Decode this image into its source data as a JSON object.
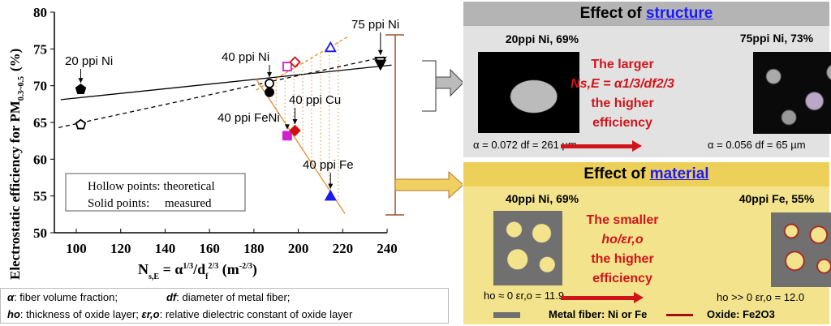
{
  "chart_data": {
    "type": "scatter",
    "ylabel": "Electrostatic efficiency for PM0.3~0.5 (%)",
    "xlabel": "Ns,E = α1/3/df2/3 (m-2/3)",
    "xlim": [
      90,
      240
    ],
    "ylim": [
      50,
      80
    ],
    "xticks": [
      "100",
      "120",
      "140",
      "160",
      "180",
      "200",
      "220",
      "240"
    ],
    "yticks": [
      "50",
      "55",
      "60",
      "65",
      "70",
      "75",
      "80"
    ],
    "series": [
      {
        "name": "20 ppi Ni",
        "color": "#000000",
        "marker": "pentagon",
        "x": 102,
        "theoretical": 64.7,
        "measured": 69.5
      },
      {
        "name": "40 ppi Ni",
        "color": "#000000",
        "marker": "circle",
        "x": 187,
        "theoretical": 70.3,
        "measured": 69.1
      },
      {
        "name": "40 ppi FeNi",
        "color": "#d020d0",
        "marker": "square",
        "x": 195,
        "theoretical": 72.6,
        "measured": 63.2
      },
      {
        "name": "40 ppi Cu",
        "color": "#cc1111",
        "marker": "diamond",
        "x": 198.5,
        "theoretical": 73.2,
        "measured": 63.9
      },
      {
        "name": "40 ppi Fe",
        "color": "#1a1aee",
        "marker": "triangle",
        "x": 214.5,
        "theoretical": 75.2,
        "measured": 55.0
      },
      {
        "name": "75 ppi Ni",
        "color": "#000000",
        "marker": "triangle-down",
        "x": 237,
        "theoretical": 73.3,
        "measured": 72.9
      }
    ],
    "fit_lines": [
      {
        "name": "measured fit",
        "style": "solid",
        "x": [
          93,
          242
        ],
        "y": [
          68.1,
          72.8
        ]
      },
      {
        "name": "theoretical fit",
        "style": "dashed",
        "x": [
          92,
          240
        ],
        "y": [
          64.3,
          74.0
        ]
      }
    ],
    "legend": {
      "line1": "Hollow points: theoretical",
      "line2": "Solid points:     measured"
    }
  },
  "axis": {
    "xl_main": "N",
    "xl_sub": "s,E",
    "xl_rest": " = α",
    "xl_sup1": "1/3",
    "xl_d": "/d",
    "xl_dsub": "f",
    "xl_sup2": "2/3",
    "xl_unit": " (m",
    "xl_unitsup": "-2/3",
    "xl_close": ")",
    "yl_main": "Electrostatic efficiency for PM",
    "yl_sub": "0.3~0.5",
    "yl_unit": "(%)"
  },
  "footnote": {
    "a_sym": "α",
    "a_text": ": fiber volume fraction;",
    "d_sym": "df",
    "d_text": ": diameter of metal fiber;",
    "h_sym": "ho",
    "h_text": ": thickness of oxide layer;",
    "e_sym": "εr,o",
    "e_text": ": relative dielectric constant of oxide layer"
  },
  "structure": {
    "title_pre": "Effect of ",
    "title_key": "structure",
    "left_label": "20ppi Ni, 69%",
    "right_label": "75ppi Ni, 73%",
    "msg": [
      "The larger",
      "Ns,E = α1/3/df2/3",
      "the higher",
      "efficiency"
    ],
    "left_cap": "α = 0.072  df = 261 µm",
    "right_cap": "α = 0.056  df = 65 µm"
  },
  "material": {
    "title_pre": "Effect of ",
    "title_key": "material",
    "left_label": "40ppi Ni, 69%",
    "right_label": "40ppi Fe, 55%",
    "msg": [
      "The smaller",
      "ho/εr,o",
      "the higher",
      "efficiency"
    ],
    "left_cap": "ho ≈ 0  εr,o = 11.9",
    "right_cap": "ho >> 0  εr,o = 12.0",
    "legend_metal": "Metal fiber: Ni or Fe",
    "legend_oxide": "Oxide: Fe2O3"
  }
}
